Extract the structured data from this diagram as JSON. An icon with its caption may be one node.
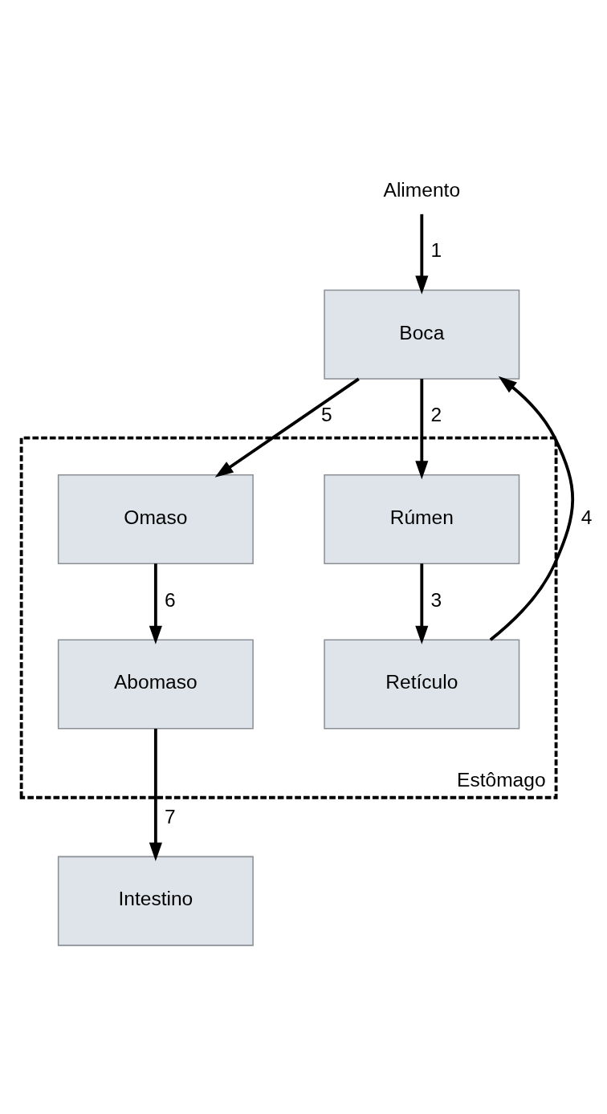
{
  "diagram": {
    "nodes": [
      {
        "text": [
          "Alimento"
        ]
      },
      {
        "text": [
          "Boca"
        ]
      },
      {
        "text": [
          "Estômago"
        ]
      },
      {
        "text": [
          "Rúmen"
        ],
        "in": 2
      },
      {
        "text": [
          "Retículo"
        ],
        "in": 2
      },
      {
        "text": [
          "Omaso"
        ],
        "in": 2
      },
      {
        "text": [
          "Abomaso"
        ],
        "in": 2
      },
      {
        "text": [
          "Intestino"
        ]
      }
    ],
    "edges": [
      {
        "from": 0,
        "to": 1,
        "arrow": "to",
        "label": "1"
      },
      {
        "from": 1,
        "to": 3,
        "arrow": "to",
        "label": "2"
      },
      {
        "from": 3,
        "to": 4,
        "arrow": "to",
        "label": "3"
      },
      {
        "from": 4,
        "to": 1,
        "arrow": "to",
        "label": "4"
      },
      {
        "from": 1,
        "to": 5,
        "arrow": "to",
        "label": "5"
      },
      {
        "from": 5,
        "to": 6,
        "arrow": "to",
        "label": "6"
      },
      {
        "from": 6,
        "to": 7,
        "arrow": "to",
        "label": "7"
      }
    ]
  }
}
